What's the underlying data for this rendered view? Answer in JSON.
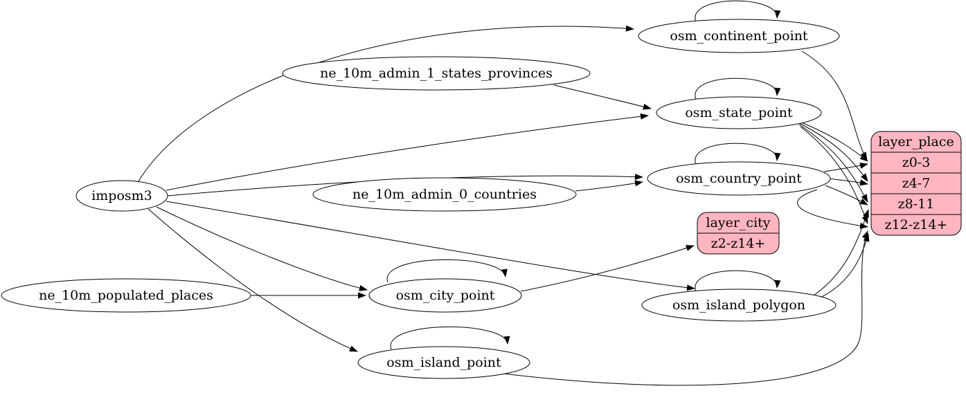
{
  "diagram_type": "etl-graph",
  "colors": {
    "background": "#ffffff",
    "node_fill": "#ffffff",
    "record_fill": "#ffb6c1",
    "stroke": "#000000"
  },
  "nodes": {
    "imposm3": {
      "label": "imposm3",
      "shape": "ellipse"
    },
    "ne_10m_admin_1_states_provinces": {
      "label": "ne_10m_admin_1_states_provinces",
      "shape": "ellipse"
    },
    "ne_10m_admin_0_countries": {
      "label": "ne_10m_admin_0_countries",
      "shape": "ellipse"
    },
    "ne_10m_populated_places": {
      "label": "ne_10m_populated_places",
      "shape": "ellipse"
    },
    "osm_continent_point": {
      "label": "osm_continent_point",
      "shape": "ellipse"
    },
    "osm_state_point": {
      "label": "osm_state_point",
      "shape": "ellipse"
    },
    "osm_country_point": {
      "label": "osm_country_point",
      "shape": "ellipse"
    },
    "osm_city_point": {
      "label": "osm_city_point",
      "shape": "ellipse"
    },
    "osm_island_polygon": {
      "label": "osm_island_polygon",
      "shape": "ellipse"
    },
    "osm_island_point": {
      "label": "osm_island_point",
      "shape": "ellipse"
    }
  },
  "records": {
    "layer_place": {
      "title": "layer_place",
      "rows": [
        "z0-3",
        "z4-7",
        "z8-11",
        "z12-z14+"
      ]
    },
    "layer_city": {
      "title": "layer_city",
      "rows": [
        "z2-z14+"
      ]
    }
  },
  "edges": [
    {
      "from": "imposm3",
      "to": "osm_continent_point"
    },
    {
      "from": "imposm3",
      "to": "osm_state_point"
    },
    {
      "from": "imposm3",
      "to": "osm_country_point"
    },
    {
      "from": "imposm3",
      "to": "osm_city_point"
    },
    {
      "from": "imposm3",
      "to": "osm_island_polygon"
    },
    {
      "from": "imposm3",
      "to": "osm_island_point"
    },
    {
      "from": "ne_10m_admin_1_states_provinces",
      "to": "osm_state_point"
    },
    {
      "from": "ne_10m_admin_0_countries",
      "to": "osm_country_point"
    },
    {
      "from": "ne_10m_populated_places",
      "to": "osm_city_point"
    },
    {
      "from": "osm_continent_point",
      "to": "osm_continent_point"
    },
    {
      "from": "osm_state_point",
      "to": "osm_state_point"
    },
    {
      "from": "osm_country_point",
      "to": "osm_country_point"
    },
    {
      "from": "osm_city_point",
      "to": "osm_city_point"
    },
    {
      "from": "osm_island_polygon",
      "to": "osm_island_polygon"
    },
    {
      "from": "osm_island_point",
      "to": "osm_island_point"
    },
    {
      "from": "osm_continent_point",
      "to": "layer_place:z0-3"
    },
    {
      "from": "osm_state_point",
      "to": "layer_place:z0-3"
    },
    {
      "from": "osm_state_point",
      "to": "layer_place:z4-7"
    },
    {
      "from": "osm_state_point",
      "to": "layer_place:z8-11"
    },
    {
      "from": "osm_state_point",
      "to": "layer_place:z12-z14+"
    },
    {
      "from": "osm_country_point",
      "to": "layer_place:z0-3"
    },
    {
      "from": "osm_country_point",
      "to": "layer_place:z4-7"
    },
    {
      "from": "osm_country_point",
      "to": "layer_place:z8-11"
    },
    {
      "from": "osm_country_point",
      "to": "layer_place:z12-z14+"
    },
    {
      "from": "osm_city_point",
      "to": "layer_city:z2-z14+"
    },
    {
      "from": "osm_island_polygon",
      "to": "layer_place:z8-11"
    },
    {
      "from": "osm_island_polygon",
      "to": "layer_place:z12-z14+"
    },
    {
      "from": "osm_island_point",
      "to": "layer_place:z12-z14+"
    }
  ]
}
